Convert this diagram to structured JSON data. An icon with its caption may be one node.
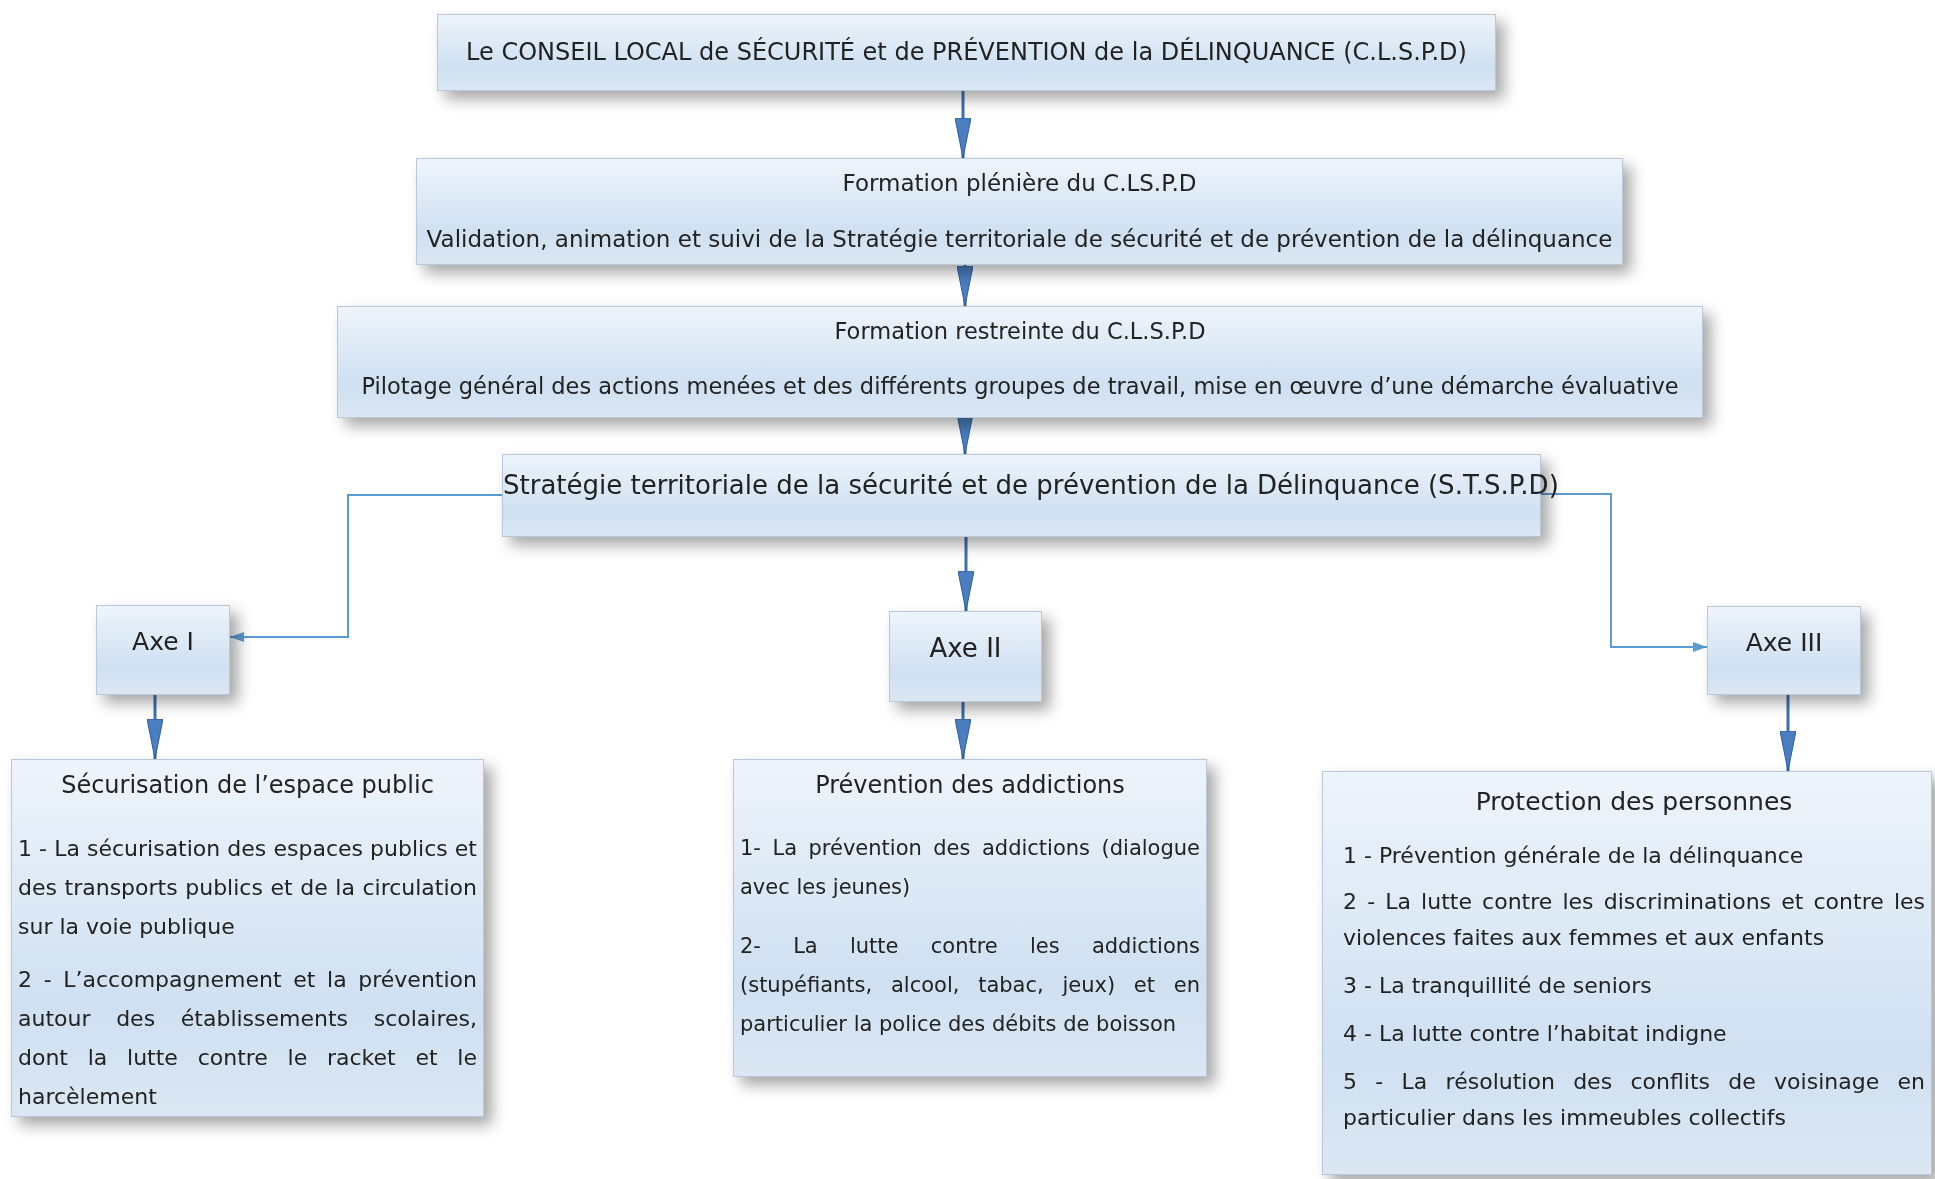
{
  "diagram": {
    "nodes": [
      {
        "text": [
          "Le CONSEIL LOCAL de SÉCURITÉ et de PRÉVENTION de la DÉLINQUANCE (C.L.S.P.D)"
        ]
      },
      {
        "text": [
          "Formation plénière du C.LS.P.D",
          "Validation, animation et suivi de la Stratégie territoriale de sécurité et de prévention de la délinquance"
        ]
      },
      {
        "text": [
          "Formation restreinte du C.L.S.P.D",
          "Pilotage général des actions menées et des différents groupes de travail, mise en œuvre d’une démarche évaluative"
        ]
      },
      {
        "text": [
          "Stratégie territoriale de la sécurité et de prévention de la Délinquance (S.T.S.P.D)"
        ]
      },
      {
        "text": [
          "Axe I"
        ]
      },
      {
        "text": [
          "Axe II"
        ]
      },
      {
        "text": [
          "Axe III"
        ]
      },
      {
        "text": [
          "Sécurisation de l’espace public",
          "1 - La sécurisation des espaces publics et des transports publics et de la circulation sur la voie publique",
          "2 - L’accompagnement et la prévention autour des établissements scolaires, dont la lutte contre le racket et le harcèlement"
        ]
      },
      {
        "text": [
          "Prévention des addictions",
          "1- La prévention des addictions (dialogue avec les jeunes)",
          "2- La lutte contre les addictions (stupéfiants, alcool, tabac, jeux) et en particulier la police des débits de boisson"
        ]
      },
      {
        "text": [
          "Protection des personnes",
          "1 - Prévention générale de la délinquance",
          "2 - La lutte contre les discriminations et contre les violences faites aux femmes et aux enfants",
          "3 - La tranquillité de seniors",
          "4 - La lutte contre l’habitat indigne",
          "5 - La résolution des conflits de voisinage en particulier dans les immeubles collectifs"
        ]
      }
    ],
    "edges": [
      {
        "from": 0,
        "to": 1,
        "arrow": "to"
      },
      {
        "from": 1,
        "to": 2,
        "arrow": "to"
      },
      {
        "from": 2,
        "to": 3,
        "arrow": "to"
      },
      {
        "from": 3,
        "to": 4,
        "arrow": "to",
        "color": "#5b9bd5"
      },
      {
        "from": 3,
        "to": 5,
        "arrow": "to"
      },
      {
        "from": 3,
        "to": 6,
        "arrow": "to",
        "color": "#5b9bd5"
      },
      {
        "from": 4,
        "to": 7,
        "arrow": "to"
      },
      {
        "from": 5,
        "to": 8,
        "arrow": "to"
      },
      {
        "from": 6,
        "to": 9,
        "arrow": "to"
      }
    ]
  }
}
